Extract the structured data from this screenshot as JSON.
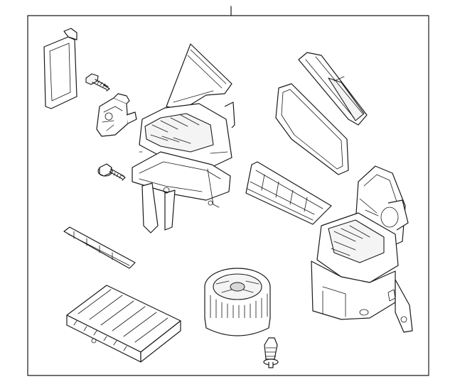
{
  "diagram": {
    "parts": [
      "case-seal",
      "mounting-screw",
      "actuator-motor",
      "mounting-bolt",
      "heater-unit-case",
      "duct-seal-strip",
      "cabin-filter-seal",
      "intake-grille",
      "blower-motor-housing",
      "filter-cover",
      "cabin-air-filter",
      "blower-motor-fan",
      "push-pin-clip"
    ]
  }
}
